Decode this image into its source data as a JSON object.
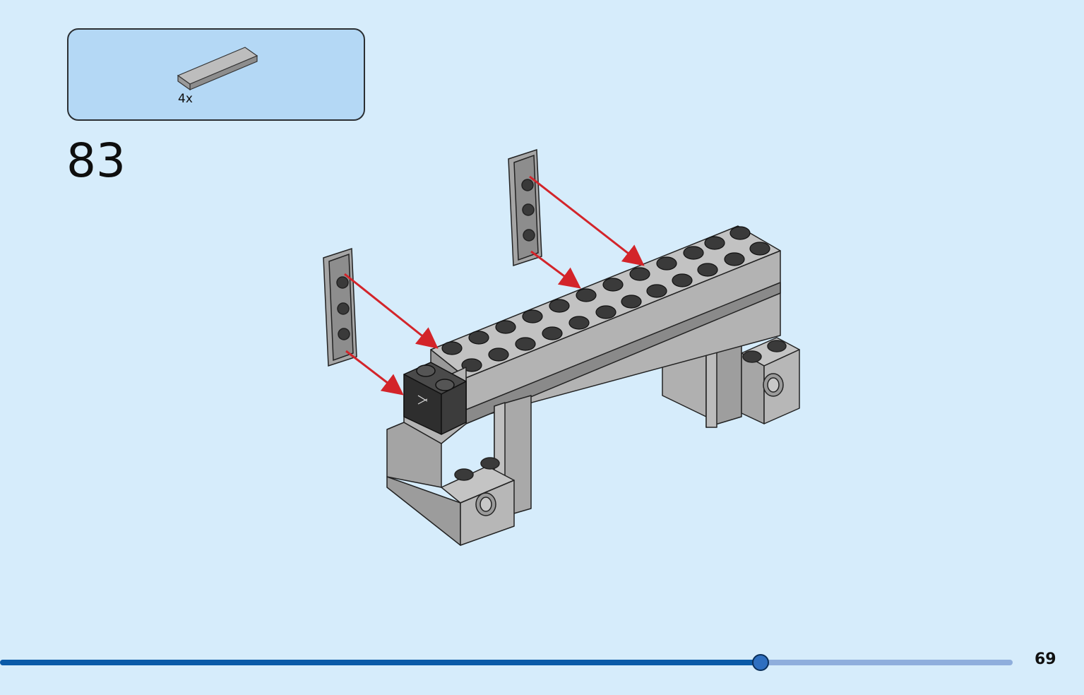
{
  "parts_callout": {
    "items": [
      {
        "icon": "grey-tile-1x4",
        "quantity": "4x",
        "color": "#a8a8a8"
      }
    ]
  },
  "step": {
    "number": "83"
  },
  "footer": {
    "page_number": "69",
    "progress_fraction": 0.751,
    "progress_color": "#0a5aa8",
    "track_color": "#8faedc"
  },
  "colors": {
    "background": "#d6ecfb",
    "callout_fill": "#b4d8f5",
    "brick_grey": "#a9a9a9",
    "stud_dark": "#3a3a3a",
    "arrow_red": "#d3242a"
  }
}
